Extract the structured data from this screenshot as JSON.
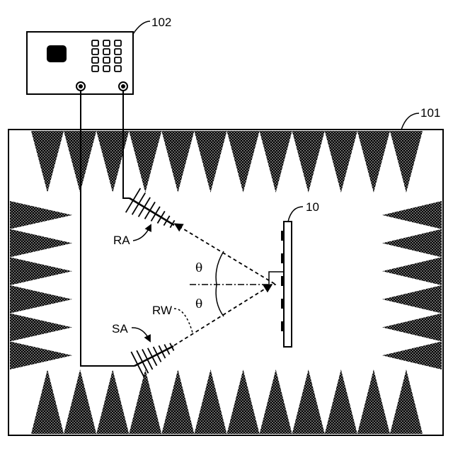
{
  "labels": {
    "instrument": "102",
    "chamber": "101",
    "sample": "10",
    "receive_antenna": "RA",
    "send_antenna": "SA",
    "reflected_wave": "RW",
    "angle_upper": "θ",
    "angle_lower": "θ"
  },
  "colors": {
    "ink": "#000000",
    "paper": "#ffffff",
    "absorber_dot": "#ffffff"
  },
  "icons": {
    "absorber_pattern": "dotted-stipple"
  }
}
